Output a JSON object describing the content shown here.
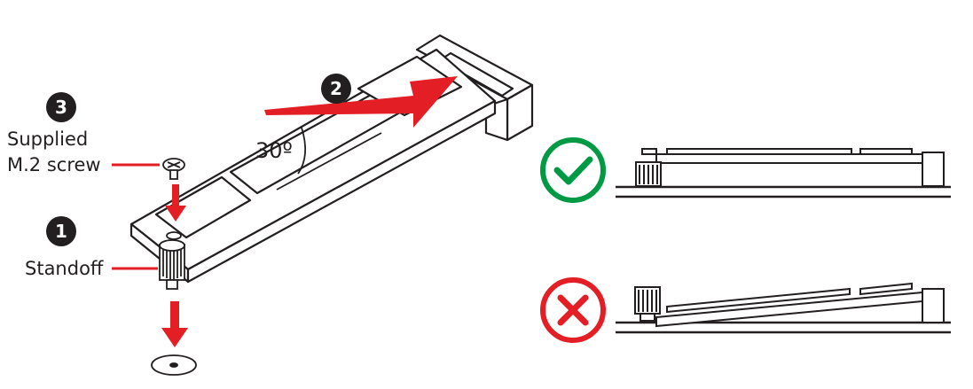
{
  "steps": [
    {
      "number": "1",
      "label": "Standoff"
    },
    {
      "number": "2"
    },
    {
      "number": "3",
      "label_line1": "Supplied",
      "label_line2": "M.2 screw"
    }
  ],
  "angle_label": "30º",
  "status": {
    "correct_icon": "check-icon",
    "wrong_icon": "x-icon"
  },
  "colors": {
    "arrow_red": "#e31e24",
    "check_green": "#009944",
    "cross_red": "#e31e24",
    "line": "#231f20"
  }
}
